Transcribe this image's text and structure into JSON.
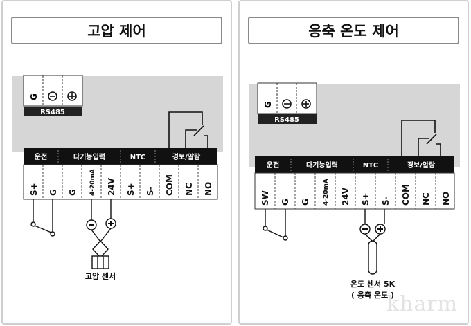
{
  "left": {
    "title": "고압 제어",
    "rs485": {
      "label": "RS485",
      "pins": [
        "G",
        "⊖",
        "⊕"
      ]
    },
    "groups": [
      "운전",
      "다기능입력",
      "NTC",
      "경보/알람"
    ],
    "terminals": [
      "S+",
      "G",
      "G",
      "4-20mA",
      "24V",
      "S+",
      "S-",
      "COM",
      "NC",
      "NO"
    ],
    "sensor": {
      "minus": "-",
      "plus": "+",
      "label": "고압 센서"
    }
  },
  "right": {
    "title": "응축 온도 제어",
    "rs485": {
      "label": "RS485",
      "pins": [
        "G",
        "⊖",
        "⊕"
      ]
    },
    "groups": [
      "운전",
      "다기능입력",
      "NTC",
      "경보/알람"
    ],
    "terminals": [
      "SW",
      "G",
      "G",
      "4-20mA",
      "24V",
      "S+",
      "S-",
      "COM",
      "NC",
      "NO"
    ],
    "sensor": {
      "minus": "-",
      "plus": "+",
      "label_line1": "온도 센서 5K",
      "label_line2": "( 응축 온도 )"
    }
  },
  "watermark": "kharm"
}
